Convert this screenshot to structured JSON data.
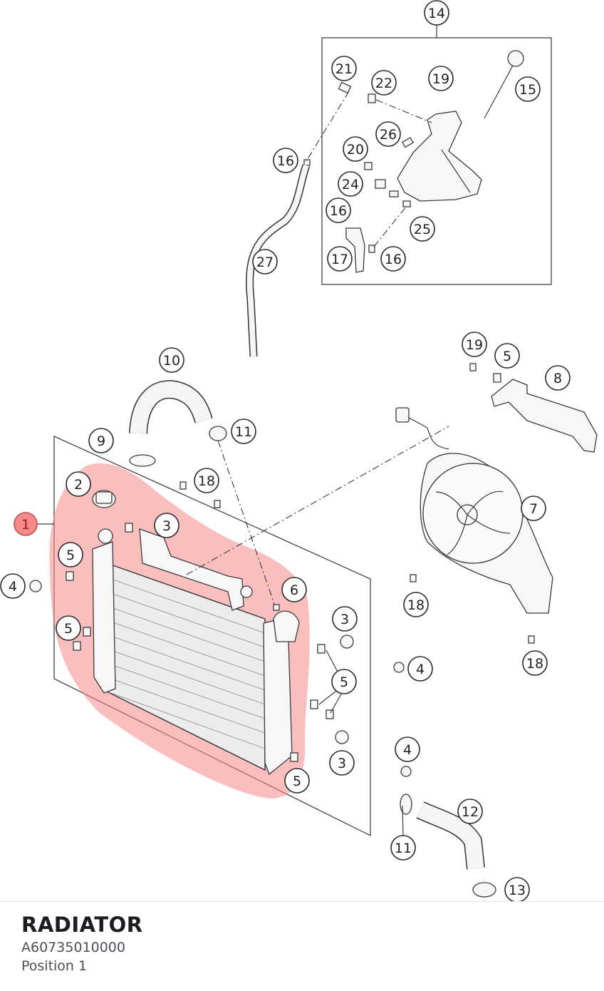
{
  "diagram": {
    "callouts": [
      {
        "label": "14"
      },
      {
        "label": "21"
      },
      {
        "label": "22"
      },
      {
        "label": "19"
      },
      {
        "label": "15"
      },
      {
        "label": "26"
      },
      {
        "label": "20"
      },
      {
        "label": "16"
      },
      {
        "label": "24"
      },
      {
        "label": "16"
      },
      {
        "label": "25"
      },
      {
        "label": "17"
      },
      {
        "label": "16"
      },
      {
        "label": "27"
      },
      {
        "label": "10"
      },
      {
        "label": "19"
      },
      {
        "label": "5"
      },
      {
        "label": "8"
      },
      {
        "label": "11"
      },
      {
        "label": "9"
      },
      {
        "label": "2"
      },
      {
        "label": "18"
      },
      {
        "label": "7"
      },
      {
        "label": "1",
        "selected": true
      },
      {
        "label": "3"
      },
      {
        "label": "5"
      },
      {
        "label": "4"
      },
      {
        "label": "6"
      },
      {
        "label": "18"
      },
      {
        "label": "5"
      },
      {
        "label": "3"
      },
      {
        "label": "4"
      },
      {
        "label": "18"
      },
      {
        "label": "5"
      },
      {
        "label": "3"
      },
      {
        "label": "4"
      },
      {
        "label": "5"
      },
      {
        "label": "12"
      },
      {
        "label": "11"
      },
      {
        "label": "13"
      }
    ],
    "highlight_color": "#f48a8a"
  },
  "footer": {
    "part_name": "RADIATOR",
    "part_number": "A60735010000",
    "position": "Position 1"
  }
}
